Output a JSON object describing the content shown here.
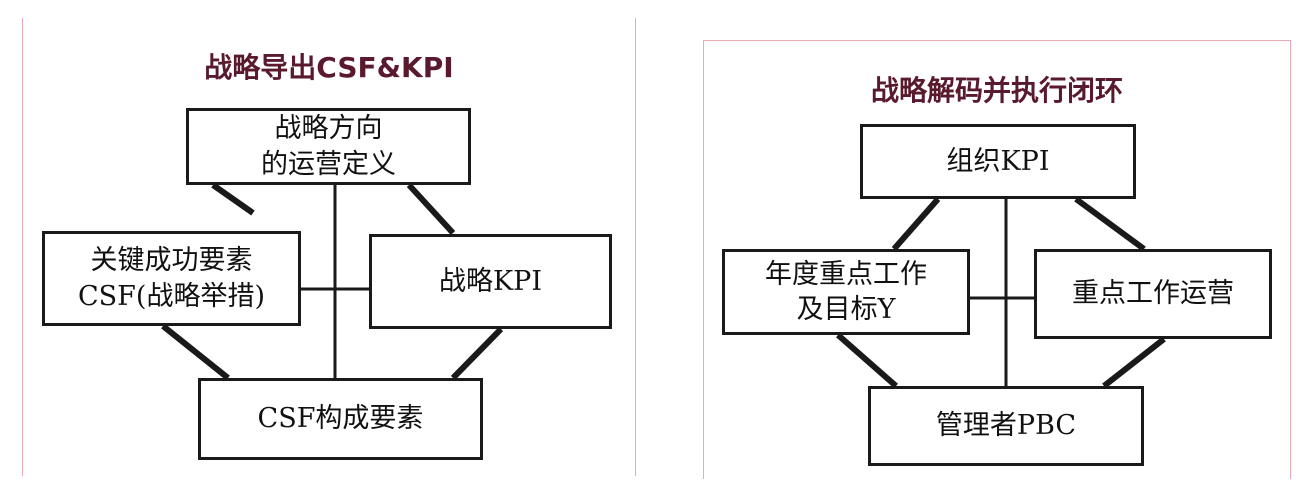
{
  "left_panel": {
    "title": "战略导出CSF&KPI",
    "top_box": {
      "line1": "战略方向",
      "line2": "的运营定义"
    },
    "left_box": {
      "line1": "关键成功要素",
      "line2": "CSF(战略举措)"
    },
    "right_box": {
      "label": "战略KPI"
    },
    "bottom_box": {
      "label": "CSF构成要素"
    }
  },
  "right_panel": {
    "title": "战略解码并执行闭环",
    "top_box": {
      "label": "组织KPI"
    },
    "left_box": {
      "line1": "年度重点工作",
      "line2": "及目标Y"
    },
    "right_box": {
      "label": "重点工作运营"
    },
    "bottom_box": {
      "label": "管理者PBC"
    }
  },
  "colors": {
    "title": "#5a1a2e",
    "panel_border": "#e9a9b4",
    "line": "#1a1a1a"
  }
}
